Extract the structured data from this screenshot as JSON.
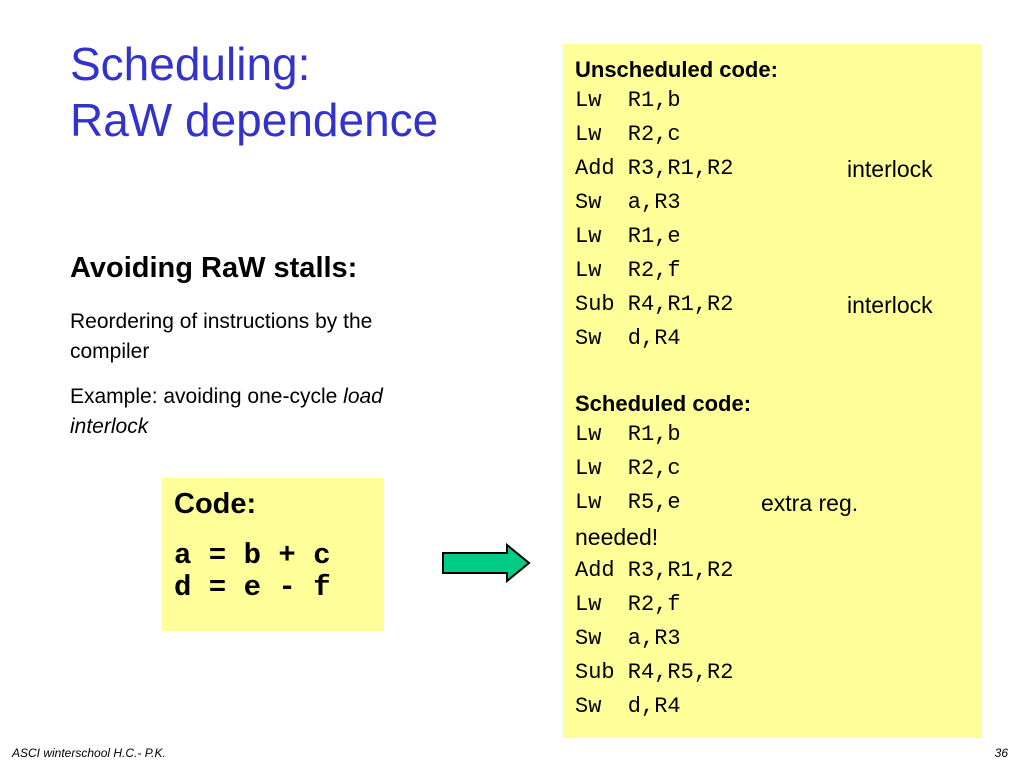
{
  "title": {
    "line1": "Scheduling:",
    "line2": "RaW dependence"
  },
  "subheading": "Avoiding RaW stalls:",
  "paragraphs": {
    "p1": "Reordering of instructions by the compiler",
    "p2_prefix": "Example: avoiding one-cycle ",
    "p2_em": "load interlock"
  },
  "code_box": {
    "title": "Code:",
    "lines": [
      "a = b + c",
      "d = e - f"
    ]
  },
  "unscheduled": {
    "heading": "Unscheduled code:",
    "lines": [
      "Lw  R1,b",
      "Lw  R2,c",
      "Add R3,R1,R2",
      "Sw  a,R3",
      "Lw  R1,e",
      "Lw  R2,f",
      "Sub R4,R1,R2",
      "Sw  d,R4"
    ],
    "notes": {
      "add": "interlock",
      "sub": "interlock"
    }
  },
  "scheduled": {
    "heading": "Scheduled code:",
    "lines": [
      "Lw  R1,b",
      "Lw  R2,c",
      "Lw  R5,e",
      "Add R3,R1,R2",
      "Lw  R2,f",
      "Sw  a,R3",
      "Sub R4,R5,R2",
      "Sw  d,R4"
    ],
    "note_extra": "extra reg.",
    "note_continued": "needed!"
  },
  "footer": {
    "left": "ASCI winterschool  H.C.- P.K.",
    "page": "36"
  },
  "colors": {
    "title": "#3333cc",
    "box_background": "#ffff99",
    "arrow_fill": "#00cc88"
  }
}
